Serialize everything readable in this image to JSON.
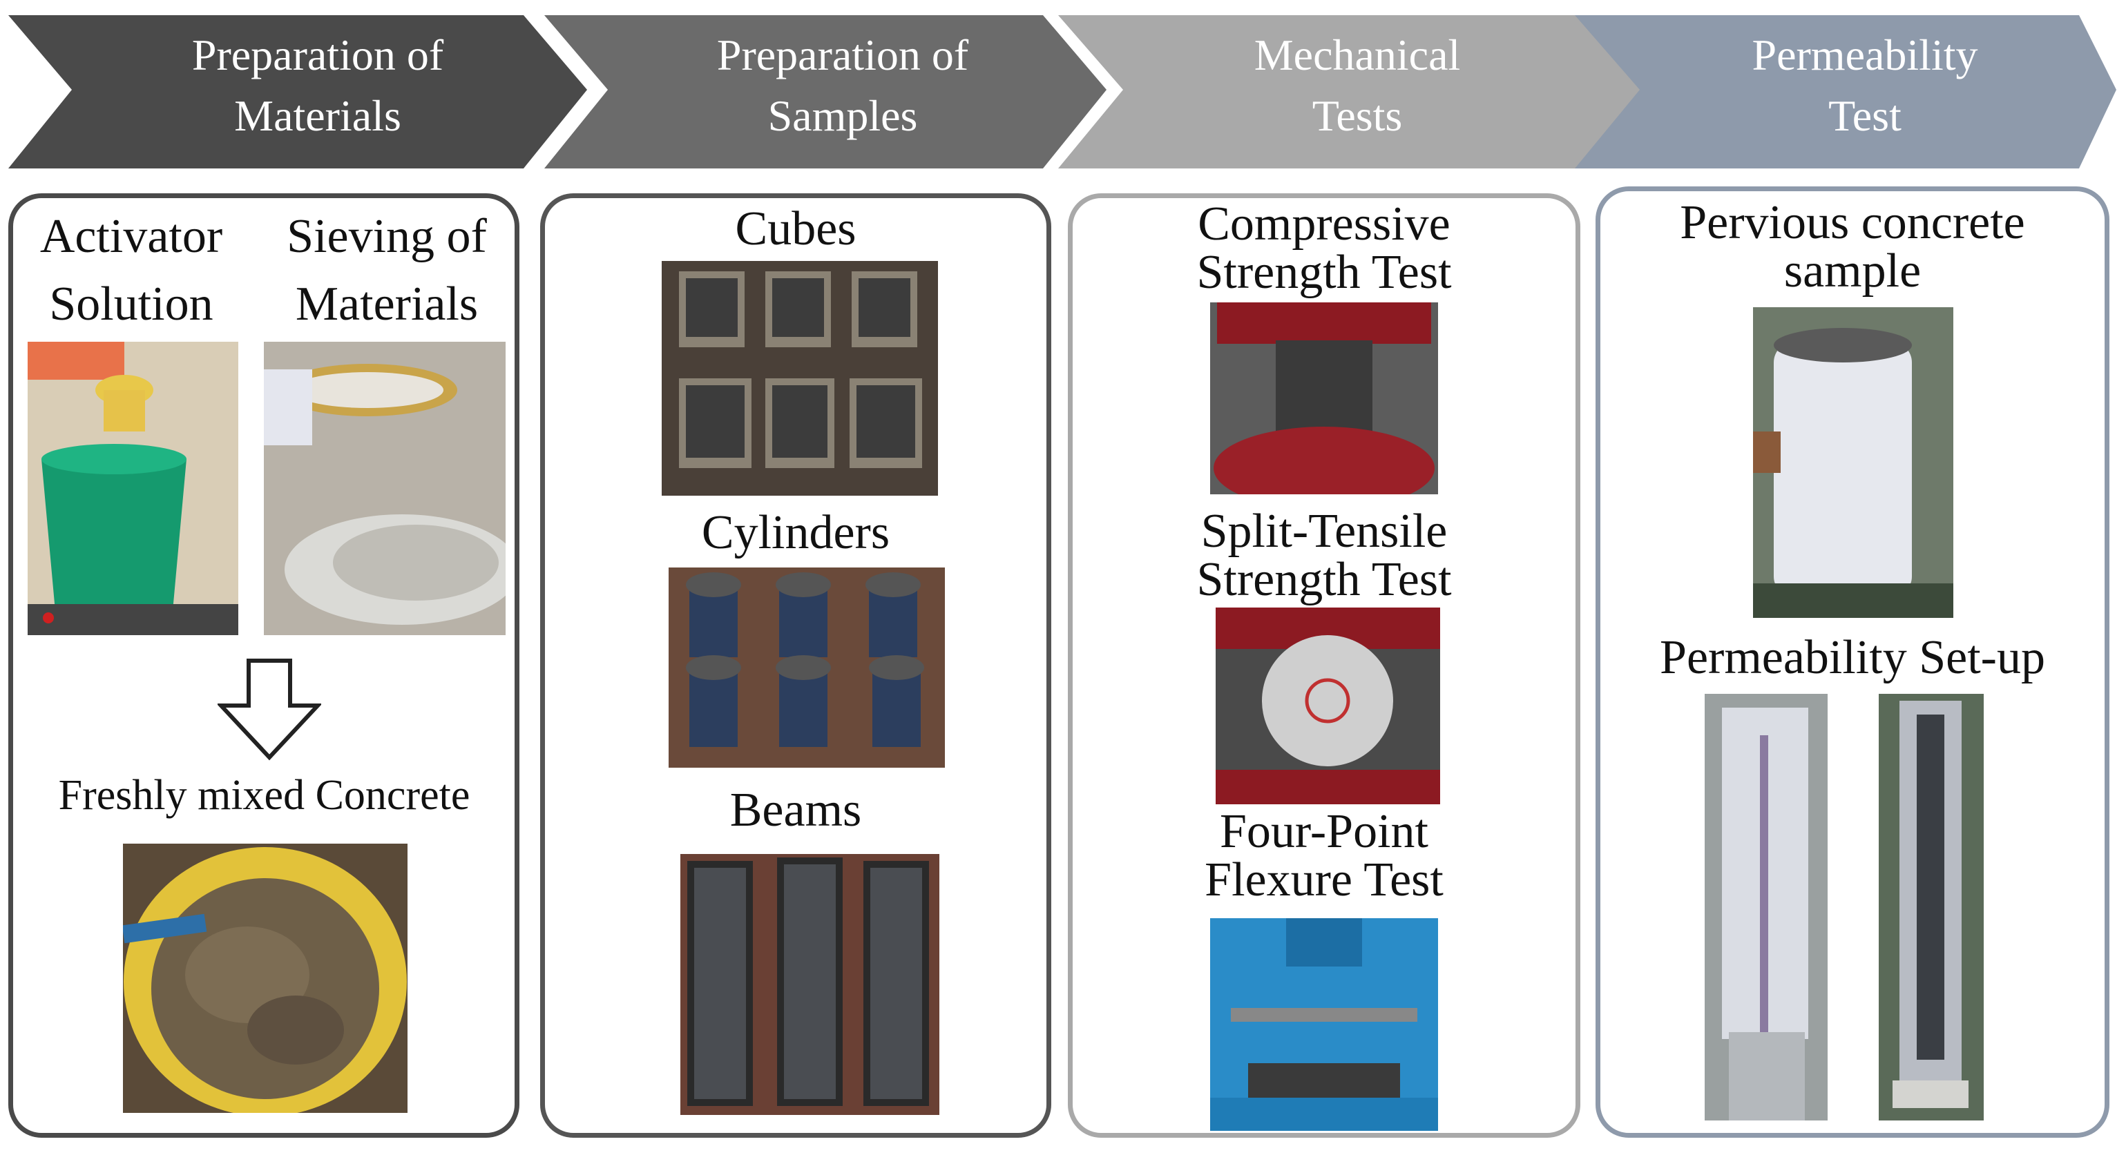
{
  "stages": [
    {
      "line1": "Preparation of",
      "line2": "Materials",
      "color": "#4a4a4a"
    },
    {
      "line1": "Preparation of",
      "line2": "Samples",
      "color": "#6b6b6b"
    },
    {
      "line1": "Mechanical",
      "line2": "Tests",
      "color": "#a9a9a9"
    },
    {
      "line1": "Permeability",
      "line2": "Test",
      "color": "#8e9aab"
    }
  ],
  "panel1": {
    "activator_l1": "Activator",
    "activator_l2": "Solution",
    "sieving_l1": "Sieving of",
    "sieving_l2": "Materials",
    "fresh": "Freshly mixed Concrete"
  },
  "panel2": {
    "cubes": "Cubes",
    "cylinders": "Cylinders",
    "beams": "Beams"
  },
  "panel3": {
    "comp_l1": "Compressive",
    "comp_l2": "Strength Test",
    "split_l1": "Split-Tensile",
    "split_l2": "Strength Test",
    "flex_l1": "Four-Point",
    "flex_l2": "Flexure Test"
  },
  "panel4": {
    "sample_l1": "Pervious concrete",
    "sample_l2": "sample",
    "setup": "Permeability Set-up"
  }
}
